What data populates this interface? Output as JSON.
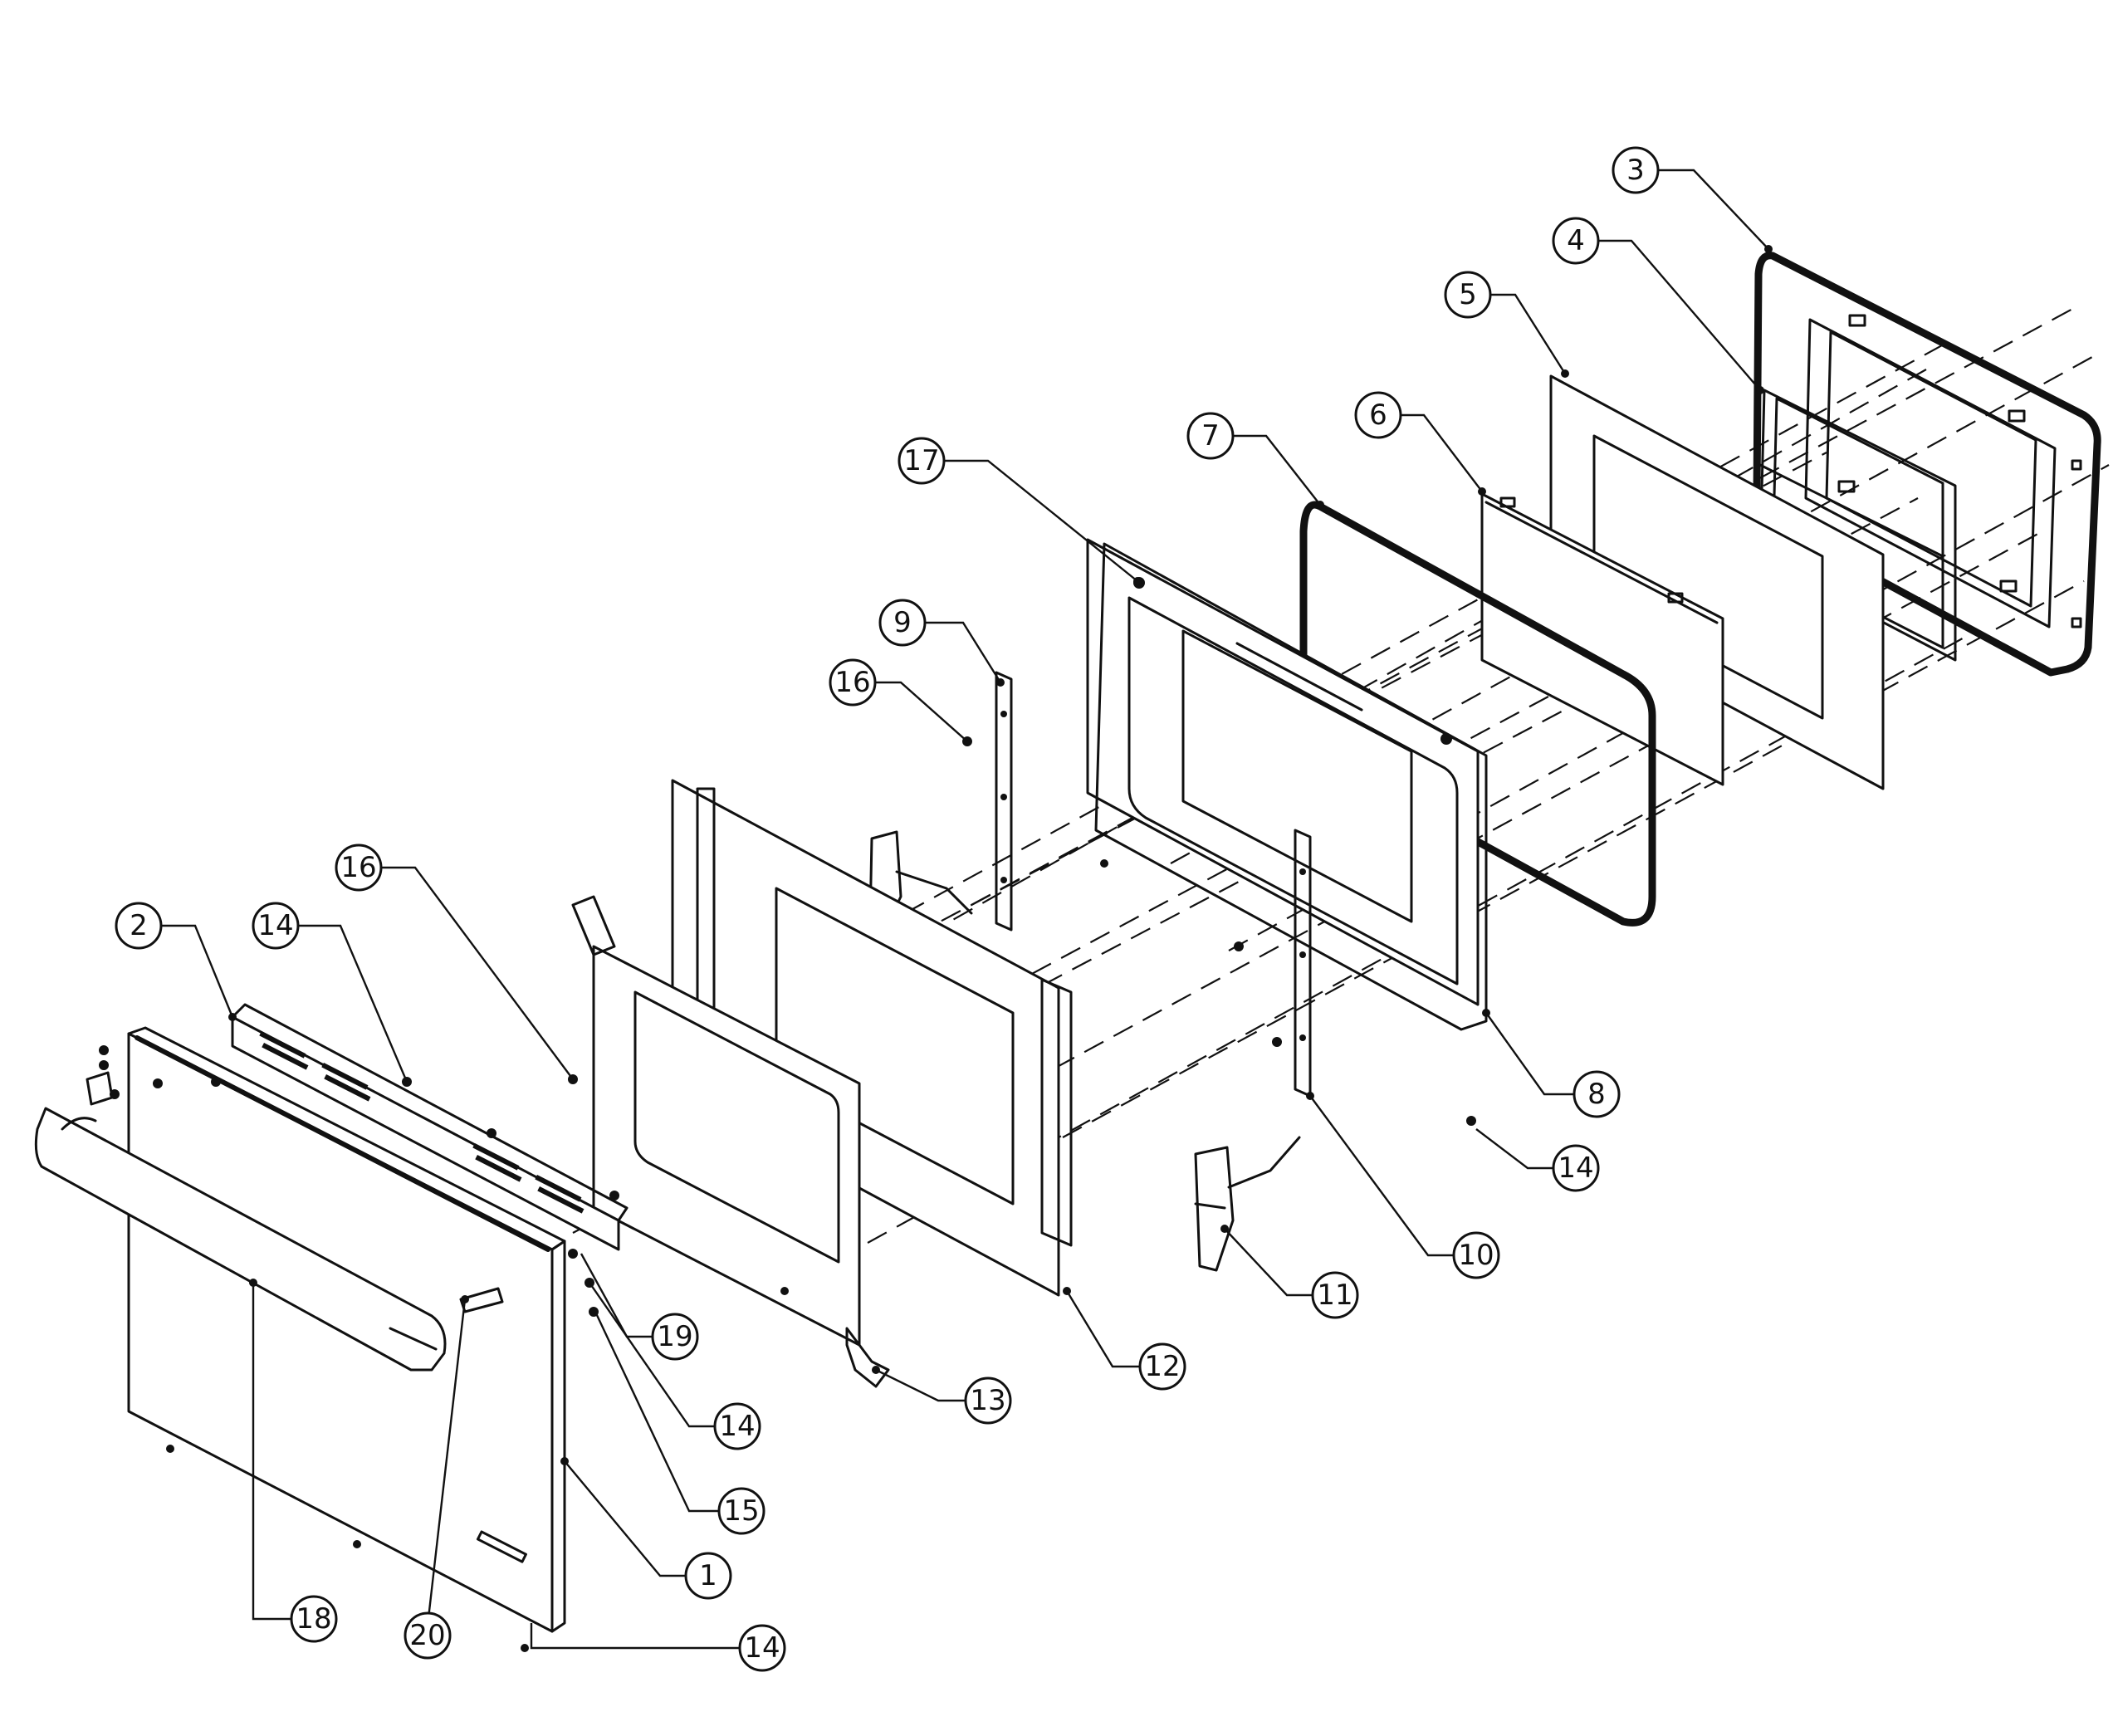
{
  "callouts": [
    {
      "label": "1"
    },
    {
      "label": "2"
    },
    {
      "label": "3"
    },
    {
      "label": "4"
    },
    {
      "label": "5"
    },
    {
      "label": "6"
    },
    {
      "label": "7"
    },
    {
      "label": "8"
    },
    {
      "label": "9"
    },
    {
      "label": "10"
    },
    {
      "label": "11"
    },
    {
      "label": "12"
    },
    {
      "label": "13"
    },
    {
      "label": "14"
    },
    {
      "label": "14"
    },
    {
      "label": "14"
    },
    {
      "label": "14"
    },
    {
      "label": "15"
    },
    {
      "label": "16"
    },
    {
      "label": "16"
    },
    {
      "label": "17"
    },
    {
      "label": "18"
    },
    {
      "label": "19"
    },
    {
      "label": "20"
    }
  ]
}
